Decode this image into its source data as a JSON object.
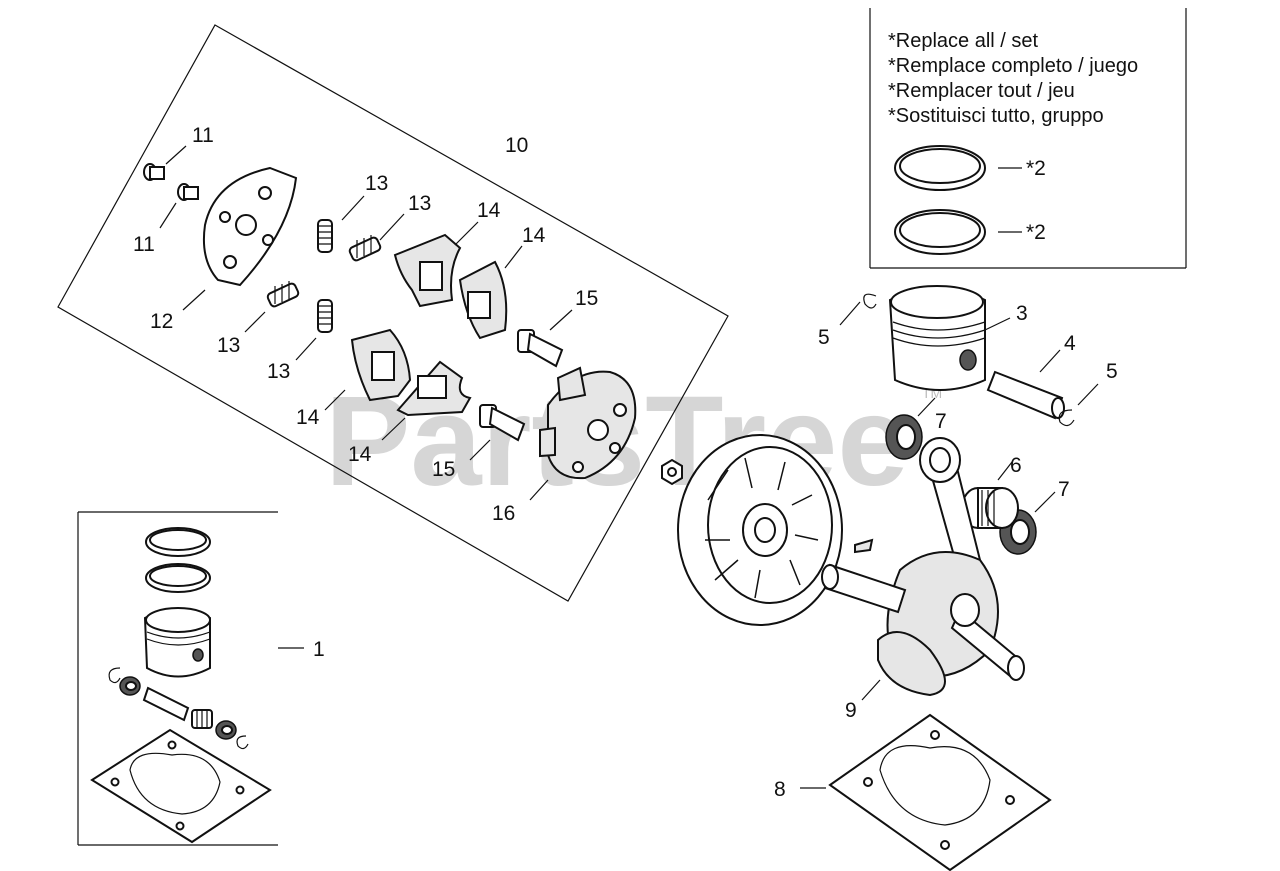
{
  "legend": {
    "lines": [
      "*Replace all / set",
      "*Remplace completo / juego",
      "*Remplacer tout / jeu",
      "*Sostituisci tutto, gruppo"
    ],
    "ring_labels": [
      "*2",
      "*2"
    ]
  },
  "watermark": {
    "text": "PartsTree",
    "tm": "TM"
  },
  "callouts": {
    "c1": "1",
    "c3": "3",
    "c4": "4",
    "c5a": "5",
    "c5b": "5",
    "c6": "6",
    "c7a": "7",
    "c7b": "7",
    "c8": "8",
    "c9": "9",
    "c10": "10",
    "c11a": "11",
    "c11b": "11",
    "c12": "12",
    "c13a": "13",
    "c13b": "13",
    "c13c": "13",
    "c13d": "13",
    "c14a": "14",
    "c14b": "14",
    "c14c": "14",
    "c14d": "14",
    "c15a": "15",
    "c15b": "15",
    "c16": "16"
  }
}
